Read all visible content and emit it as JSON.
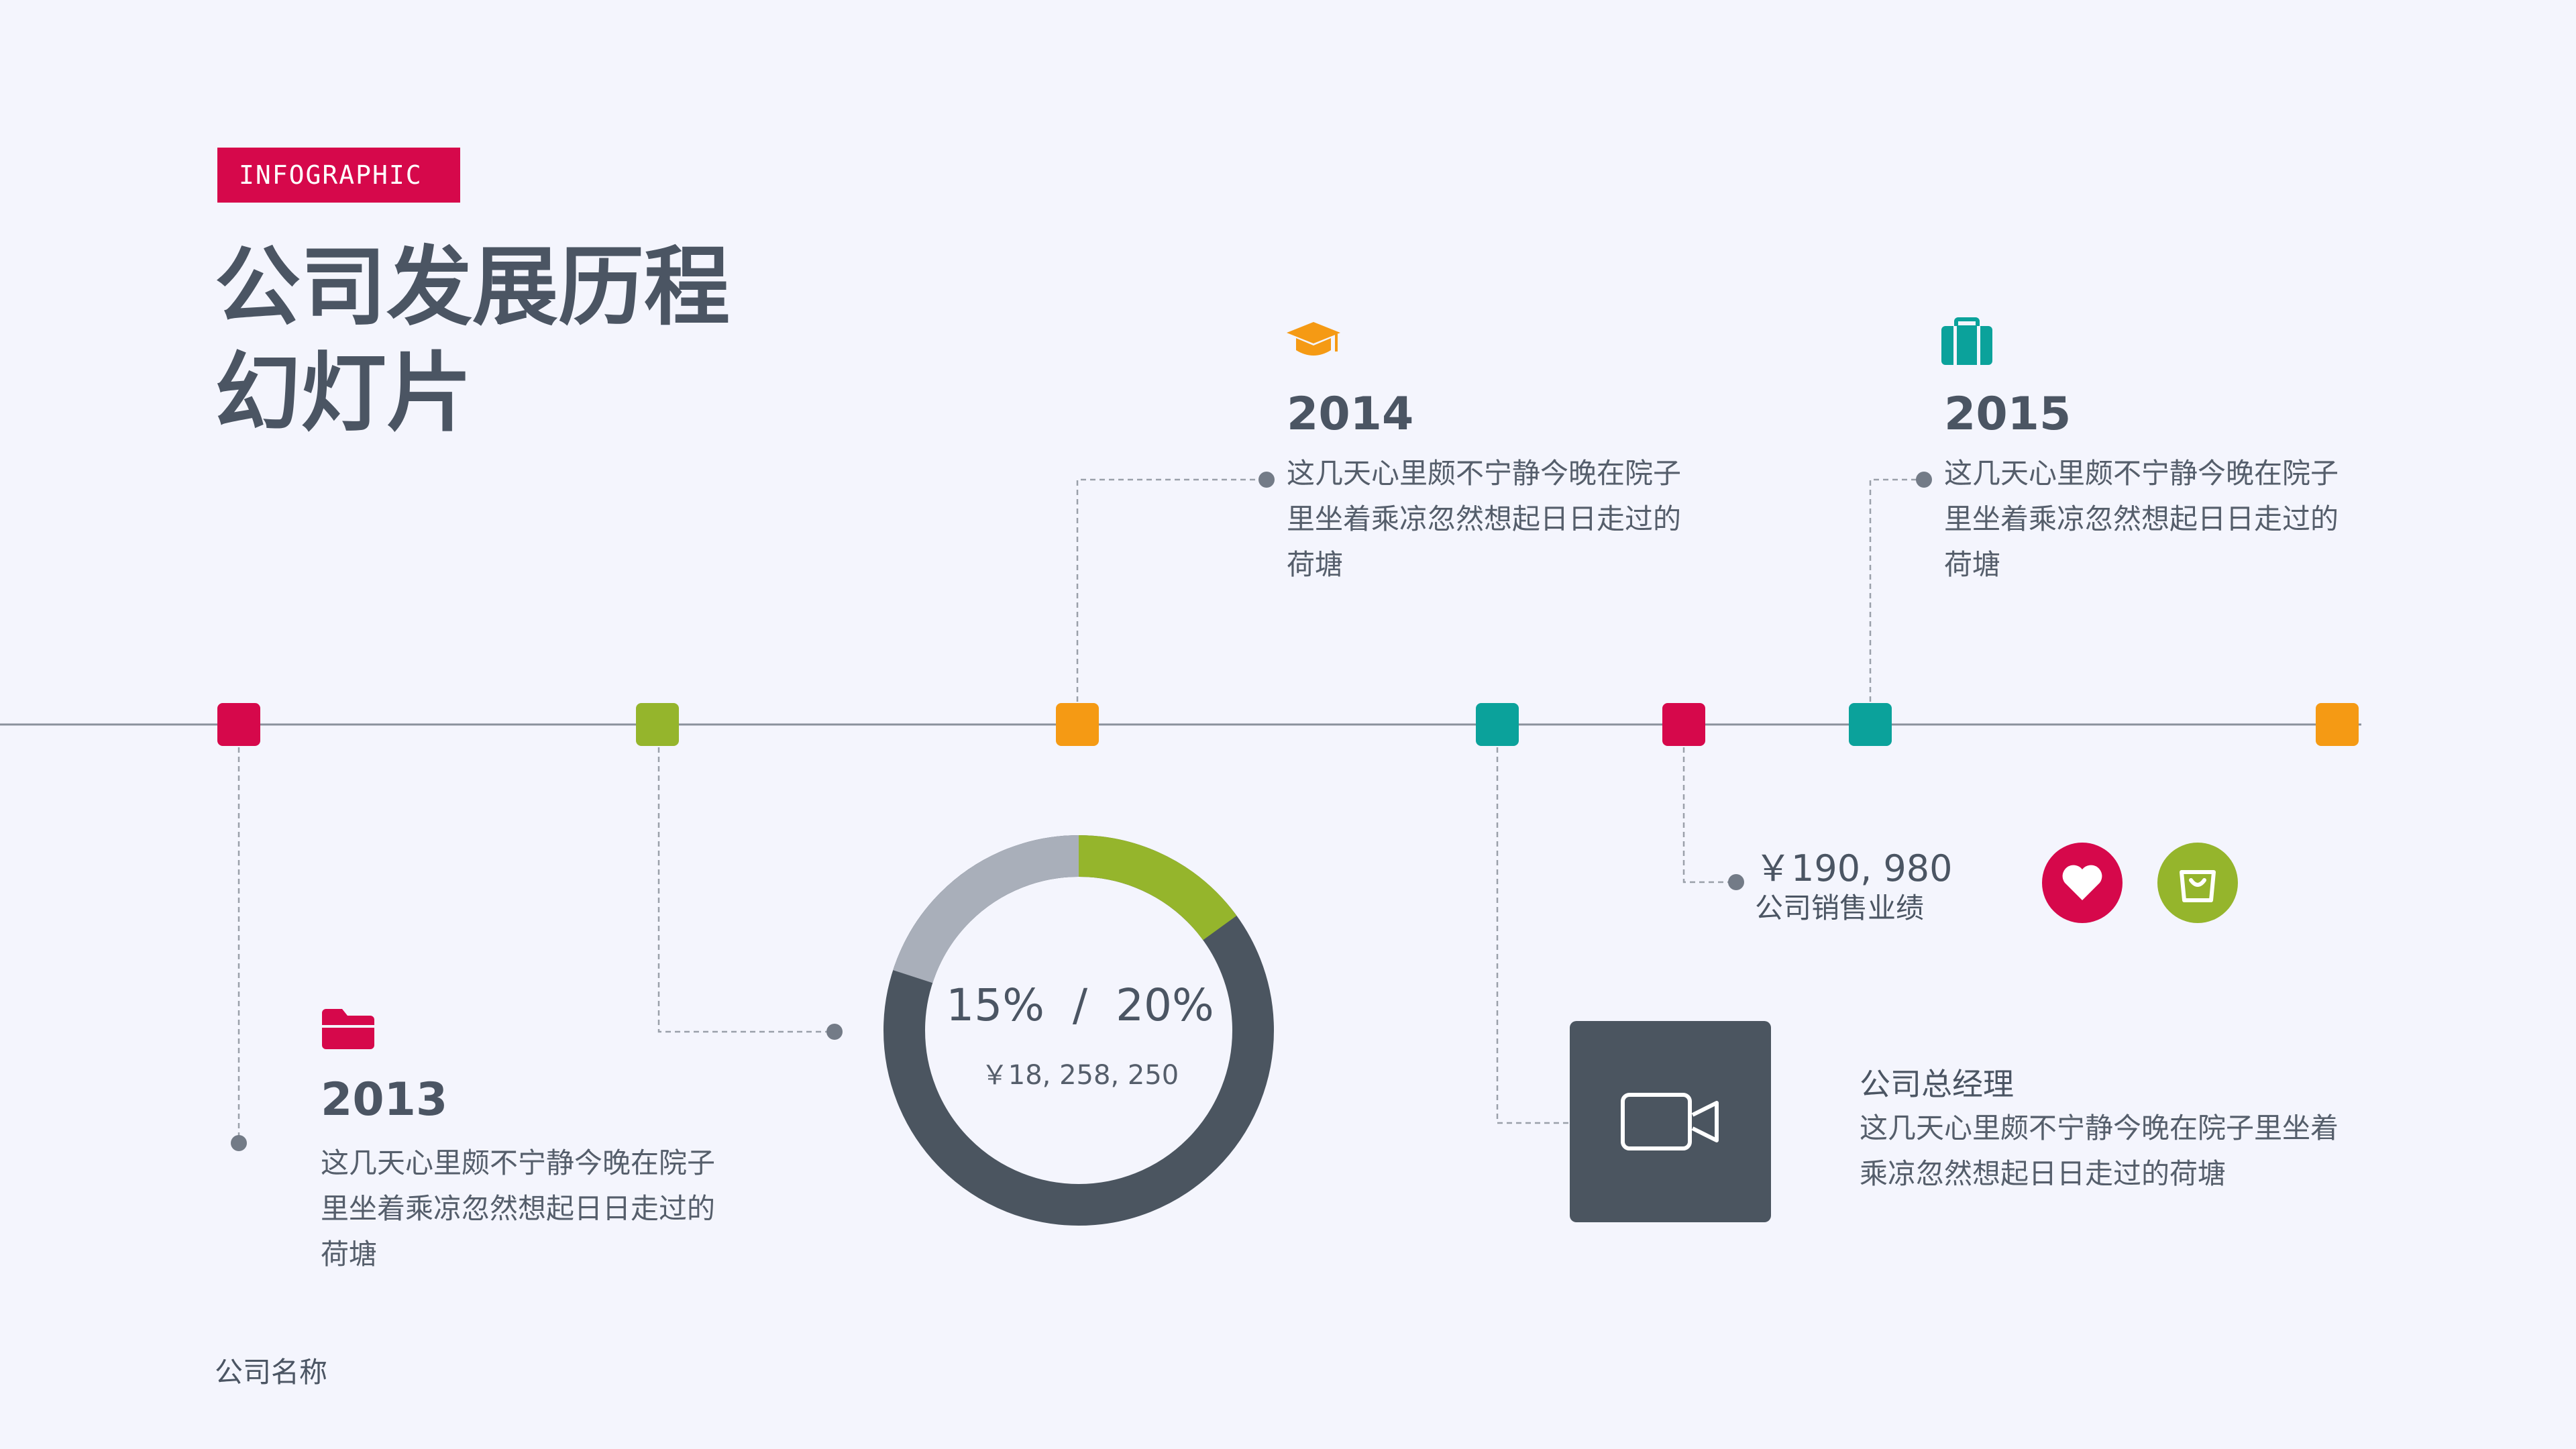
{
  "header": {
    "tag": "INFOGRAPHIC",
    "title_line1": "公司发展历程",
    "title_line2": "幻灯片"
  },
  "milestones": [
    {
      "year": "2013",
      "icon": "folder-icon",
      "lines": [
        "这几天心里颇不宁静今晚在院子",
        "里坐着乘凉忽然想起日日走过的",
        "荷塘"
      ]
    },
    {
      "year": "2014",
      "icon": "graduation-cap-icon",
      "lines": [
        "这几天心里颇不宁静今晚在院子",
        "里坐着乘凉忽然想起日日走过的",
        "荷塘"
      ]
    },
    {
      "year": "2015",
      "icon": "briefcase-icon",
      "lines": [
        "这几天心里颇不宁静今晚在院子",
        "里坐着乘凉忽然想起日日走过的",
        "荷塘"
      ]
    }
  ],
  "donut": {
    "ratio_text": "15%  /  20%",
    "amount": "￥18, 258, 250",
    "highlight_fraction": 0.15,
    "secondary_fraction": 0.2
  },
  "sales": {
    "amount": "￥190, 980",
    "label": "公司销售业绩"
  },
  "manager": {
    "title": "公司总经理",
    "lines": [
      "这几天心里颇不宁静今晚在院子里坐着",
      "乘凉忽然想起日日走过的荷塘"
    ],
    "media_icon": "video-camera-icon"
  },
  "actions": {
    "heart_icon": "heart-icon",
    "bag_icon": "shopping-bag-icon"
  },
  "footer": {
    "company": "公司名称"
  },
  "colors": {
    "background": "#f4f5fd",
    "red": "#d6084b",
    "green": "#95b52c",
    "orange": "#f59a14",
    "teal": "#0ba29b",
    "slate": "#4b5560",
    "grey": "#a9afba"
  }
}
